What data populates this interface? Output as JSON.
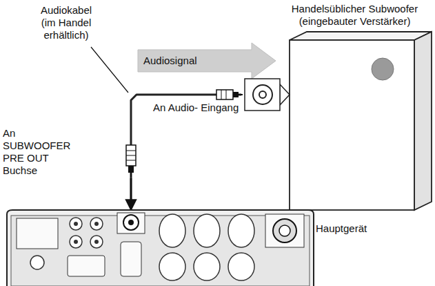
{
  "diagram": {
    "nodes": [
      {
        "text": [
          "Handelsüblicher Subwoofer (eingebauter Verstärker)"
        ]
      },
      {
        "text": [
          "Hauptgerät"
        ]
      }
    ],
    "edges": [
      {
        "from": 1,
        "to": 0,
        "arrow": "none"
      }
    ],
    "labels": [
      "Audiokabel (im Handel erhältlich)",
      "Audiosignal",
      "An Audio- Eingang",
      "An SUBWOOFER PRE OUT Buchse"
    ]
  }
}
